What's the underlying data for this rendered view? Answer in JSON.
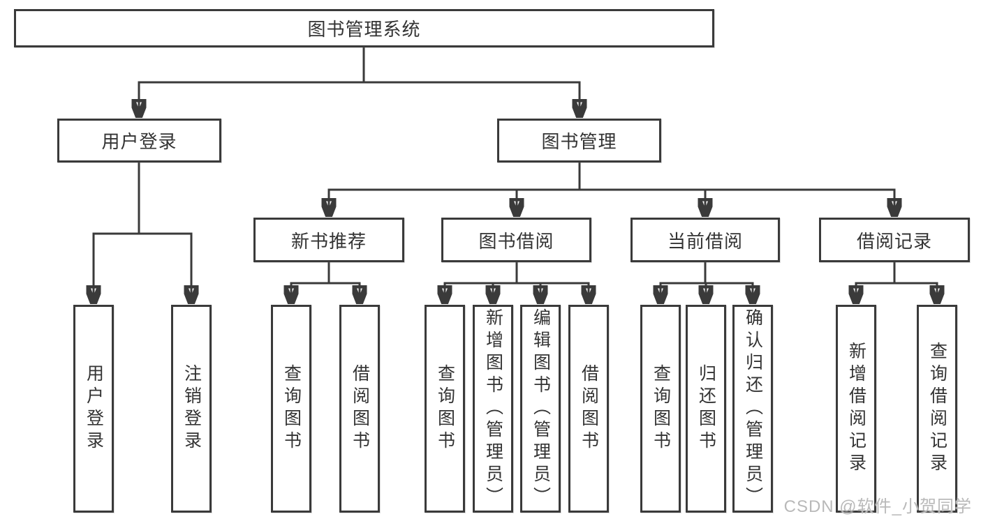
{
  "nodes": {
    "root": {
      "label": "图书管理系统"
    },
    "user_login": {
      "label": "用户登录",
      "children": {
        "login": {
          "label": "用户登录"
        },
        "logout": {
          "label": "注销登录"
        }
      }
    },
    "book_mgmt": {
      "label": "图书管理",
      "children": {
        "new_book_rec": {
          "label": "新书推荐",
          "children": {
            "query": {
              "label": "查询图书"
            },
            "borrow": {
              "label": "借阅图书"
            }
          }
        },
        "book_borrow": {
          "label": "图书借阅",
          "children": {
            "query": {
              "label": "查询图书"
            },
            "add_admin": {
              "label": "新增图书（管理员）"
            },
            "edit_admin": {
              "label": "编辑图书（管理员）"
            },
            "borrow": {
              "label": "借阅图书"
            }
          }
        },
        "current_borrow": {
          "label": "当前借阅",
          "children": {
            "query": {
              "label": "查询图书"
            },
            "return_book": {
              "label": "归还图书"
            },
            "confirm_admin": {
              "label": "确认归还（管理员）"
            }
          }
        },
        "borrow_records": {
          "label": "借阅记录",
          "children": {
            "add_record": {
              "label": "新增借阅记录"
            },
            "query_record": {
              "label": "查询借阅记录"
            }
          }
        }
      }
    }
  },
  "watermark": {
    "text": "CSDN @软件_小贺同学"
  },
  "colors": {
    "line": "#3a3a3a",
    "box_border": "#3a3a3a",
    "text": "#333333",
    "watermark_text": "#b9b9b9",
    "background": "#ffffff"
  }
}
